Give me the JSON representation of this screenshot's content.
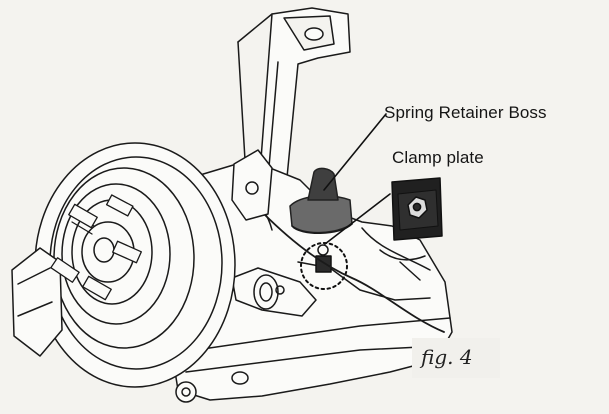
{
  "diagram": {
    "labels": {
      "spring_retainer_boss": "Spring Retainer Boss",
      "clamp_plate": "Clamp plate"
    },
    "figure_caption": "fig. 4"
  }
}
